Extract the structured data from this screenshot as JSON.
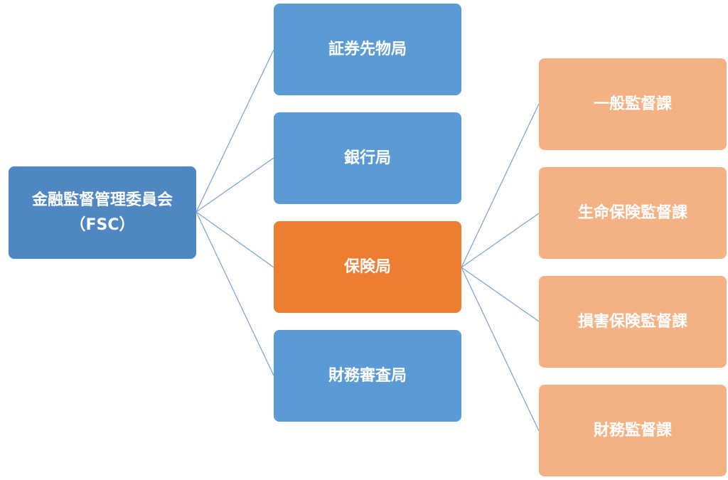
{
  "colors": {
    "root": "#4f87c2",
    "bureau": "#5b9bd5",
    "bureau_active": "#ed7d31",
    "division": "#f4b183",
    "connector": "#7ea6d8"
  },
  "root": {
    "line1": "金融監督管理委員会",
    "line2": "（FSC）"
  },
  "bureaus": [
    {
      "label": "証券先物局"
    },
    {
      "label": "銀行局"
    },
    {
      "label": "保険局"
    },
    {
      "label": "財務審査局"
    }
  ],
  "divisions": [
    {
      "label": "一般監督課"
    },
    {
      "label": "生命保険監督課"
    },
    {
      "label": "損害保険監督課"
    },
    {
      "label": "財務監督課"
    }
  ]
}
